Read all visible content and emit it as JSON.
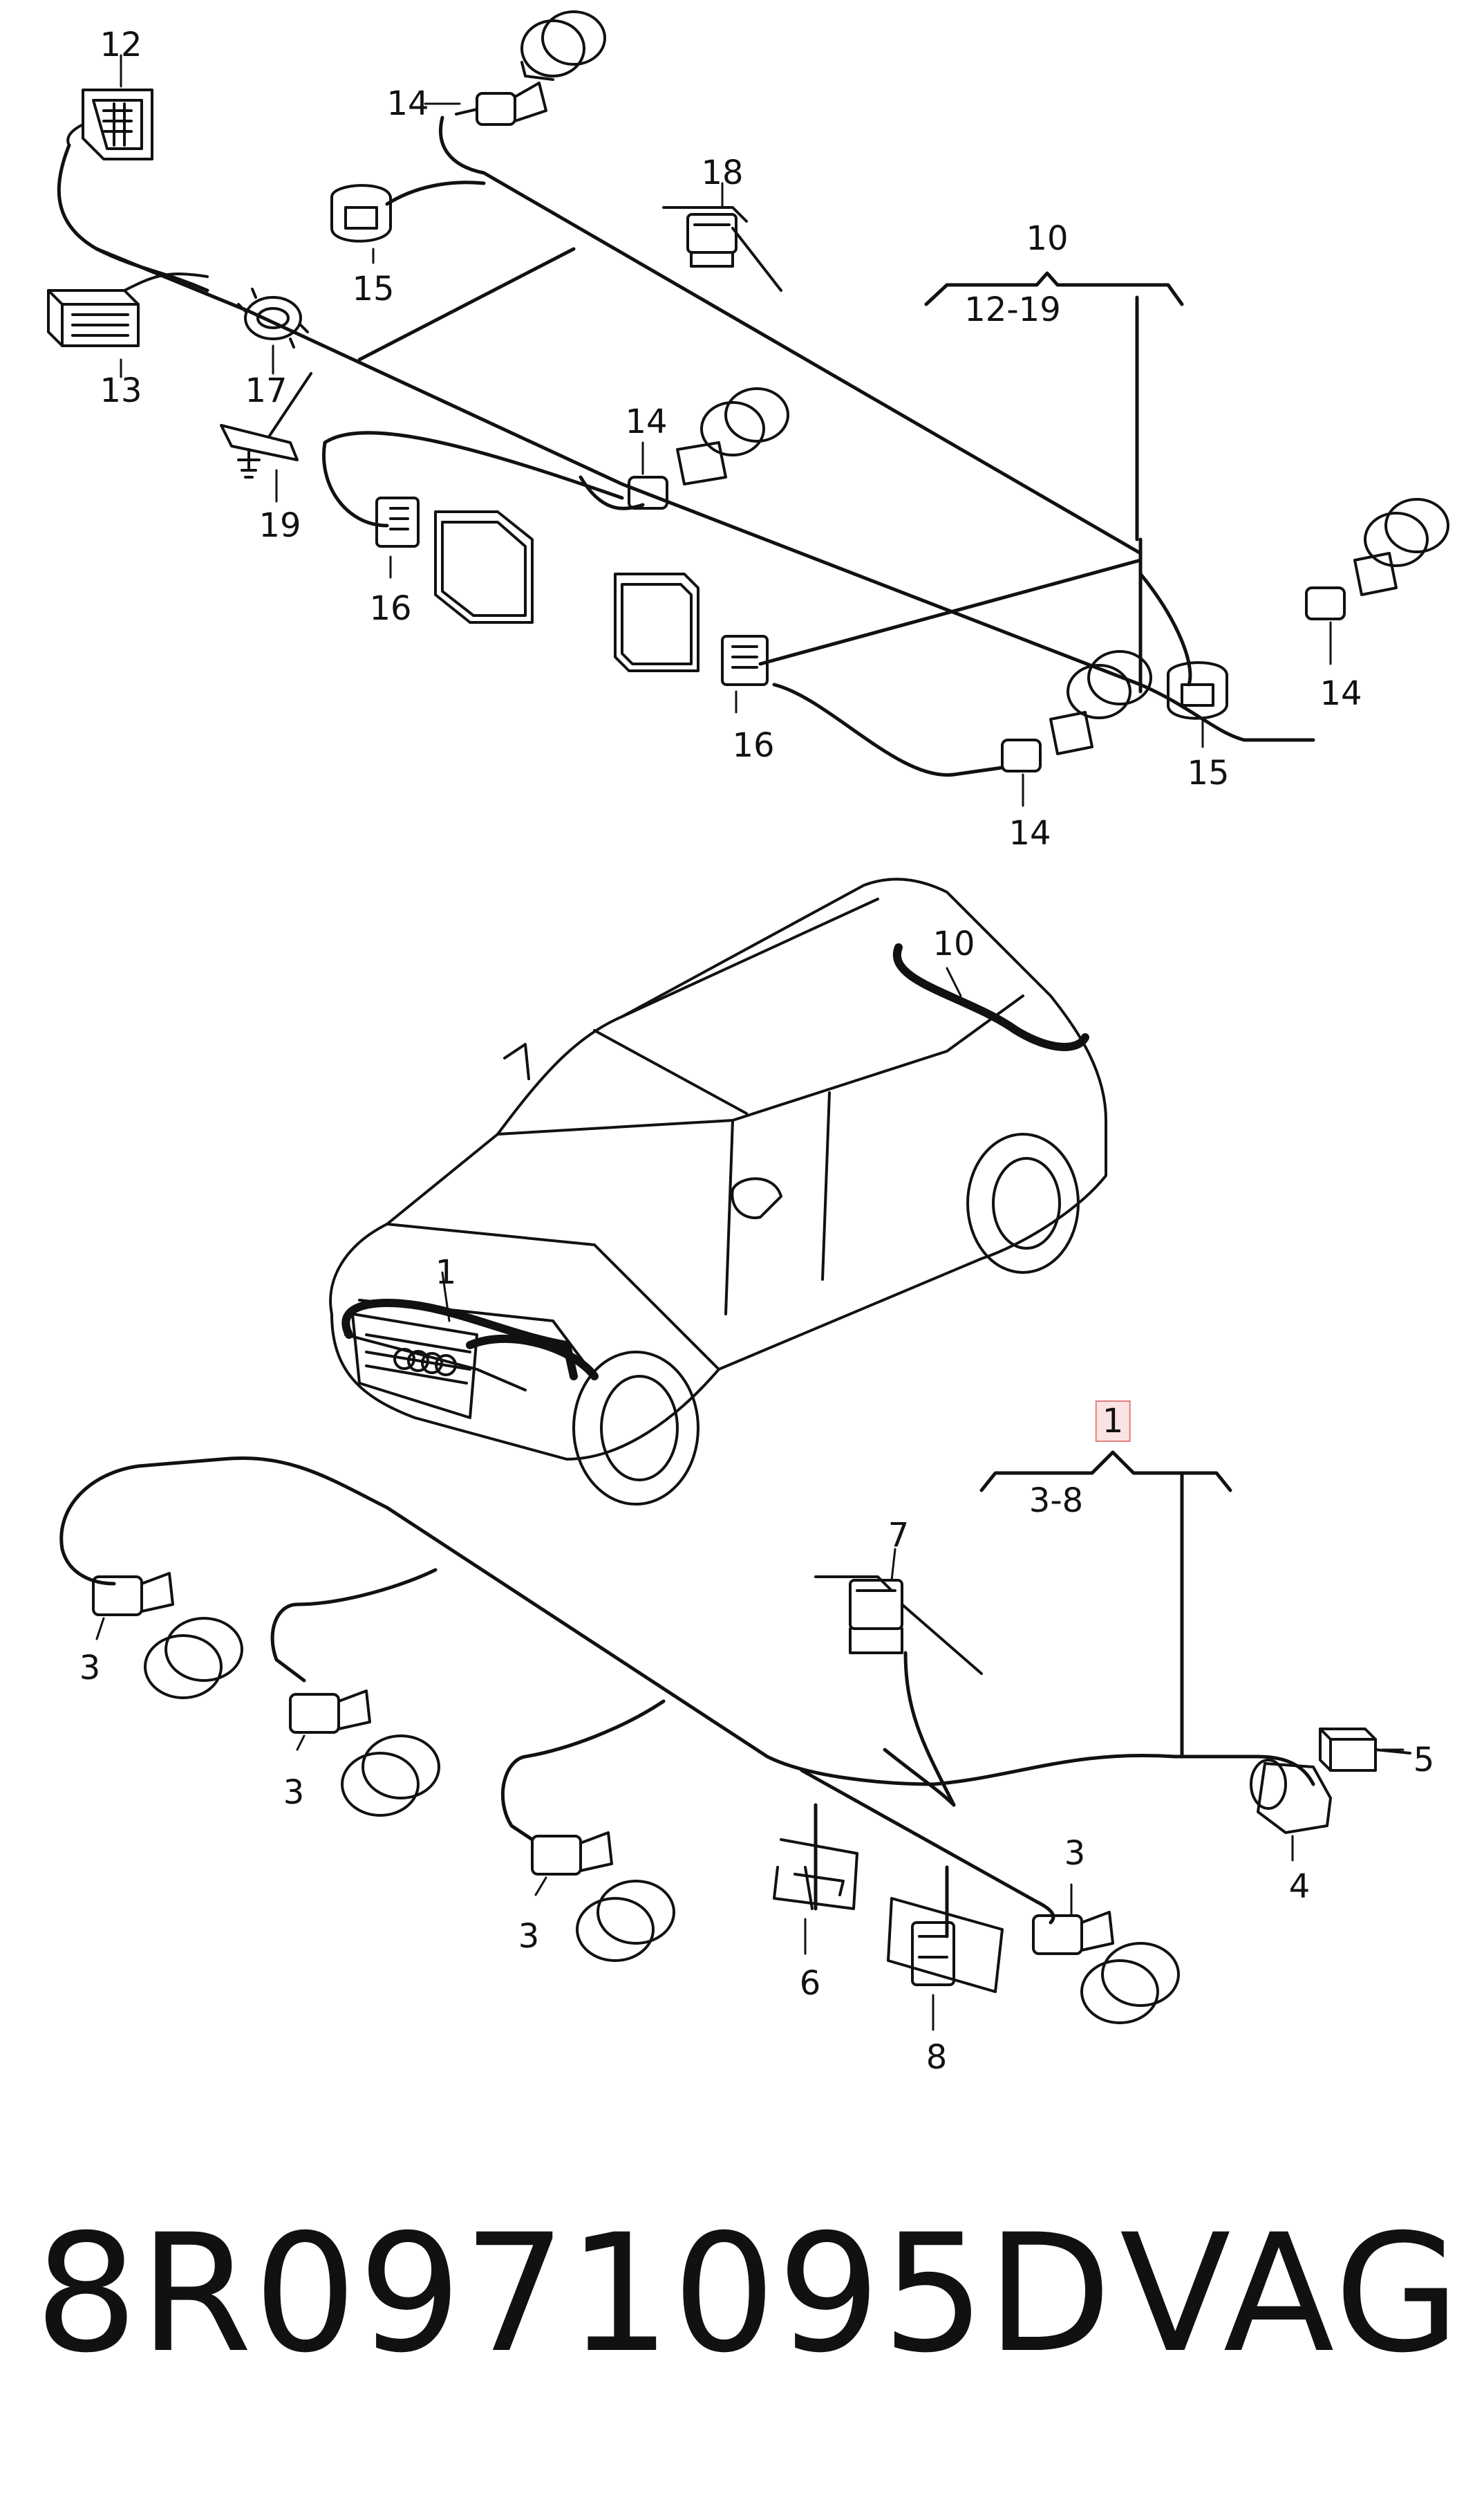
{
  "callouts": {
    "c12": "12",
    "c14a": "14",
    "c18": "18",
    "c10_top": "10",
    "c12_19": "12-19",
    "c15a": "15",
    "c13": "13",
    "c17": "17",
    "c19": "19",
    "c14b": "14",
    "c16a": "16",
    "c16b": "16",
    "c14c": "14",
    "c15b": "15",
    "c14d": "14",
    "c10_car": "10",
    "c1_car": "1",
    "c1_box": "1",
    "c3_8": "3-8",
    "c7": "7",
    "c3a": "3",
    "c3b": "3",
    "c5": "5",
    "c4": "4",
    "c3c": "3",
    "c3d": "3",
    "c6": "6",
    "c8": "8"
  },
  "footer": {
    "part_number": "8R0971095D",
    "brand": "VAG"
  },
  "colors": {
    "line": "#111111",
    "highlight_bg": "#fbe3e3",
    "highlight_border": "#e08080"
  }
}
